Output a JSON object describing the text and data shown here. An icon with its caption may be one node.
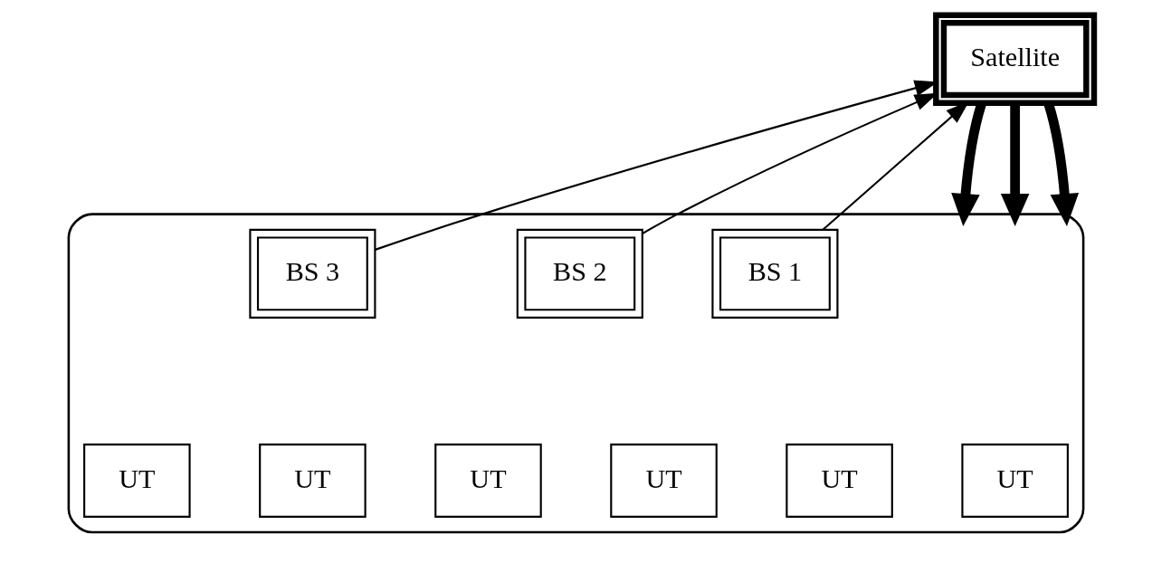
{
  "diagram": {
    "nodes": [
      {
        "text": [
          "Satellite"
        ]
      },
      {
        "text": [],
        "shape": "ellipse"
      },
      {
        "text": [
          "BS 1"
        ],
        "in": 1
      },
      {
        "text": [
          "BS 2"
        ],
        "in": 1
      },
      {
        "text": [
          "BS 3"
        ],
        "in": 1
      },
      {
        "text": [
          "UT"
        ],
        "in": 1
      },
      {
        "text": [
          "UT"
        ],
        "in": 1
      },
      {
        "text": [
          "UT"
        ],
        "in": 1
      },
      {
        "text": [
          "UT"
        ],
        "in": 1
      },
      {
        "text": [
          "UT"
        ],
        "in": 1
      },
      {
        "text": [
          "UT"
        ],
        "in": 1
      }
    ],
    "edges": [
      {
        "from": 0,
        "to": 1,
        "arrow": "to",
        "style": "thick"
      },
      {
        "from": 3,
        "to": 0,
        "arrow": "to"
      },
      {
        "from": 4,
        "to": 0,
        "arrow": "to"
      },
      {
        "from": 0,
        "to": 1,
        "arrow": "to",
        "style": "thick"
      },
      {
        "from": 2,
        "to": 0,
        "arrow": "to"
      },
      {
        "from": 0,
        "to": 1,
        "arrow": "to",
        "style": "thick"
      }
    ]
  }
}
